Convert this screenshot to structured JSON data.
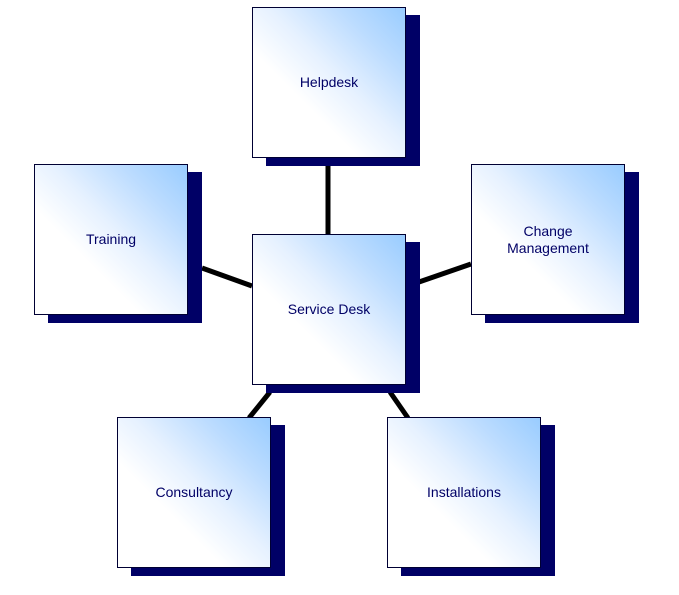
{
  "diagram": {
    "center": {
      "label": "Service Desk"
    },
    "nodes": {
      "helpdesk": {
        "label": "Helpdesk"
      },
      "training": {
        "label": "Training"
      },
      "change_management": {
        "label": "Change\nManagement"
      },
      "consultancy": {
        "label": "Consultancy"
      },
      "installations": {
        "label": "Installations"
      }
    }
  },
  "colors": {
    "node_shadow": "#000066",
    "node_gradient_light": "#99ccff",
    "node_text": "#000066",
    "connector": "#000000"
  }
}
